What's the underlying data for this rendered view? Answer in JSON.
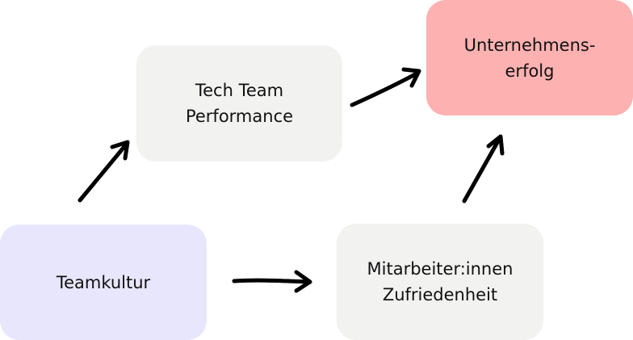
{
  "colors": {
    "teamkultur_fill": "#e8e6fc",
    "neutral_fill": "#f2f2f1",
    "erfolg_fill": "#feb1b1",
    "arrow": "#000000"
  },
  "nodes": {
    "teamkultur": {
      "lines": [
        "Teamkultur"
      ]
    },
    "tech_team_performance": {
      "lines": [
        "Tech Team",
        "Performance"
      ]
    },
    "zufriedenheit": {
      "lines": [
        "Mitarbeiter:innen",
        "Zufriedenheit"
      ]
    },
    "unternehmenserfolg": {
      "lines": [
        "Unternehmens-",
        "erfolg"
      ]
    }
  },
  "edges": [
    {
      "from": "teamkultur",
      "to": "tech_team_performance"
    },
    {
      "from": "teamkultur",
      "to": "zufriedenheit"
    },
    {
      "from": "tech_team_performance",
      "to": "unternehmenserfolg"
    },
    {
      "from": "zufriedenheit",
      "to": "unternehmenserfolg"
    }
  ]
}
